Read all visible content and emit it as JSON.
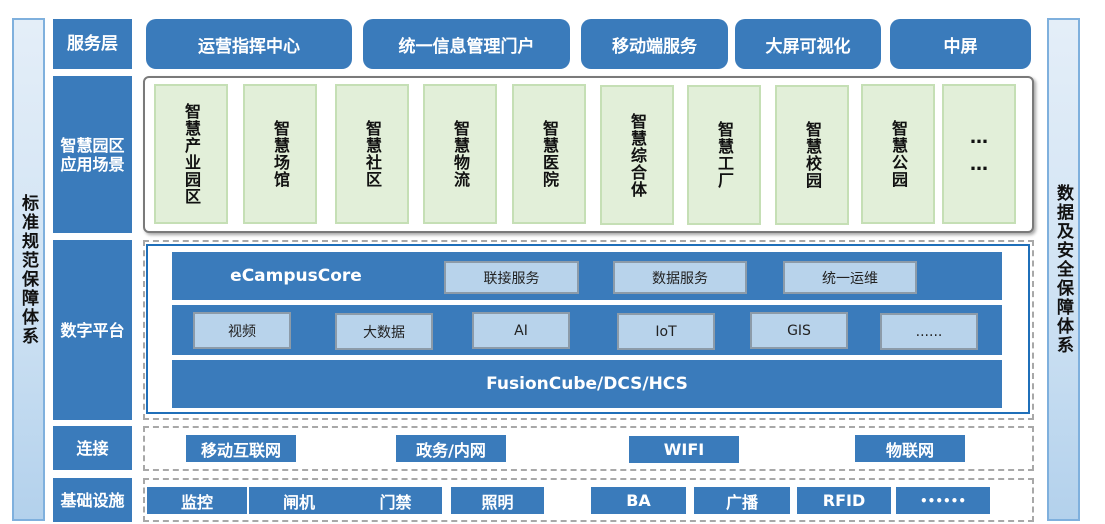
{
  "left_pillar": {
    "label": "标准规范保障体系"
  },
  "right_pillar": {
    "label": "数据及安全保障体系"
  },
  "layers": {
    "service": {
      "label": "服务层",
      "items": [
        "运营指挥中心",
        "统一信息管理门户",
        "移动端服务",
        "大屏可视化",
        "中屏"
      ]
    },
    "scenarios": {
      "label": "智慧园区\n应用场景",
      "label_line1": "智慧园区",
      "label_line2": "应用场景",
      "items": [
        "智慧产业园区",
        "智慧场馆",
        "智慧社区",
        "智慧物流",
        "智慧医院",
        "智慧综合体",
        "智慧工厂",
        "智慧校园",
        "智慧公园",
        "……"
      ]
    },
    "platform": {
      "label": "数字平台",
      "core": {
        "title": "eCampusCore",
        "services": [
          "联接服务",
          "数据服务",
          "统一运维"
        ]
      },
      "capabilities": [
        "视频",
        "大数据",
        "AI",
        "IoT",
        "GIS",
        "......"
      ],
      "infrastructure": "FusionCube/DCS/HCS"
    },
    "connection": {
      "label": "连接",
      "items": [
        "移动互联网",
        "政务/内网",
        "WIFI",
        "物联网"
      ]
    },
    "infrastructure": {
      "label": "基础设施",
      "items": [
        "监控",
        "闸机",
        "门禁",
        "照明",
        "BA",
        "广播",
        "RFID",
        "••••••"
      ]
    }
  },
  "colors": {
    "primary_blue": "#3a7bbb",
    "chip_blue": "#b8d3eb",
    "scene_green": "#e2efd9",
    "scene_border": "#c5dfb5",
    "pillar_border": "#7fb0dd",
    "platform_border": "#1f6fb9"
  }
}
